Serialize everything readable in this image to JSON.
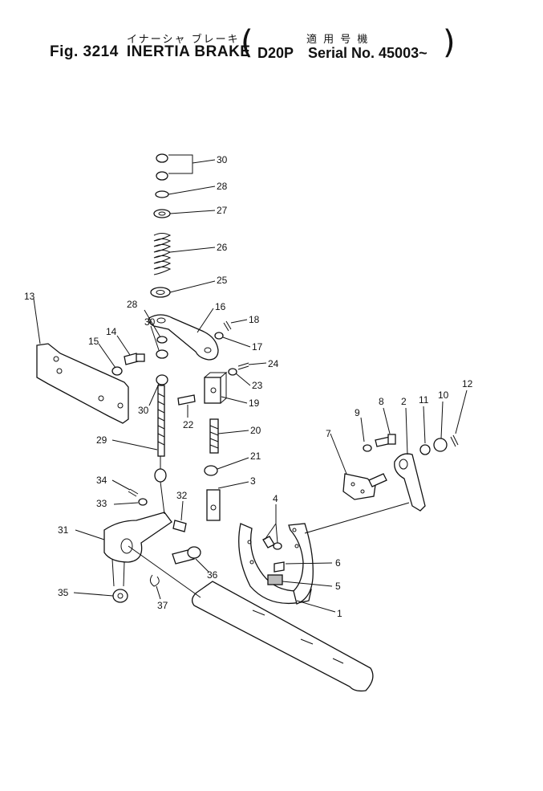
{
  "header": {
    "title_jp": "イナーシャ ブレーキ",
    "model_jp": "適 用 号 機",
    "fig_label": "Fig. 3214",
    "title_en": "INERTIA BRAKE",
    "model": "D20P",
    "serial": "Serial No. 45003~",
    "paren_open": "(",
    "paren_close": ")"
  },
  "callouts": [
    "30",
    "28",
    "27",
    "26",
    "25",
    "16",
    "18",
    "17",
    "28",
    "30",
    "14",
    "15",
    "13",
    "24",
    "23",
    "19",
    "30",
    "22",
    "20",
    "29",
    "21",
    "3",
    "34",
    "33",
    "32",
    "4",
    "31",
    "6",
    "5",
    "36",
    "35",
    "37",
    "1",
    "9",
    "8",
    "2",
    "11",
    "10",
    "12",
    "7"
  ],
  "accent_color": "#111111"
}
